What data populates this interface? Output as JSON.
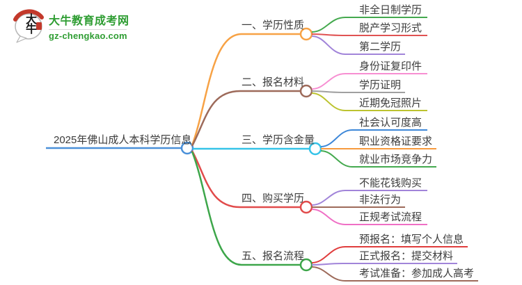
{
  "logo": {
    "icon_text": "大牛",
    "title": "大牛教育成考网",
    "domain": "gz-chengkao.com",
    "brand_color": "#2e9d32",
    "seal_color": "#c3392b"
  },
  "mindmap": {
    "root": {
      "label": "2025年佛山成人本科学历信息",
      "color": "#4a90d9"
    },
    "branches": [
      {
        "label": "一、学历性质",
        "color": "#f7a245",
        "children": [
          {
            "label": "非全日制学历",
            "color": "#44a94e"
          },
          {
            "label": "脱产学习形式",
            "color": "#e05252"
          },
          {
            "label": "第二学历",
            "color": "#a184d9"
          }
        ]
      },
      {
        "label": "二、报名材料",
        "color": "#9d6a5a",
        "children": [
          {
            "label": "身份证复印件",
            "color": "#f78fd2"
          },
          {
            "label": "学历证明",
            "color": "#a0a0a0"
          },
          {
            "label": "近期免冠照片",
            "color": "#bcc32f"
          }
        ]
      },
      {
        "label": "三、学历含金量",
        "color": "#35c3e8",
        "children": [
          {
            "label": "社会认可度高",
            "color": "#3d87d8"
          },
          {
            "label": "职业资格证要求",
            "color": "#f79a3d"
          },
          {
            "label": "就业市场竞争力",
            "color": "#44a94e"
          }
        ]
      },
      {
        "label": "四、购买学历",
        "color": "#e14b4b",
        "children": [
          {
            "label": "不能花钱购买",
            "color": "#a184d9"
          },
          {
            "label": "非法行为",
            "color": "#9d6a5a"
          },
          {
            "label": "正规考试流程",
            "color": "#ef6fc5"
          }
        ]
      },
      {
        "label": "五、报名流程",
        "color": "#3da64a",
        "children": [
          {
            "label": "预报名：填写个人信息",
            "color": "#e03c3c"
          },
          {
            "label": "正式报名：提交材料",
            "color": "#a184d9"
          },
          {
            "label": "考试准备：参加成人高考",
            "color": "#9d6a5a"
          }
        ]
      }
    ]
  }
}
